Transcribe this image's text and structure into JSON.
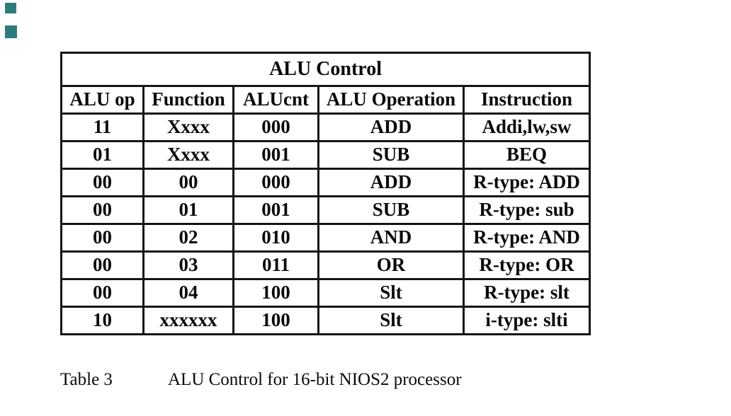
{
  "page": {
    "markers": {
      "color": "#2e7b7b"
    }
  },
  "table": {
    "title": "ALU Control",
    "columns": [
      "ALU op",
      "Function",
      "ALUcnt",
      "ALU Operation",
      "Instruction"
    ],
    "rows": [
      [
        "11",
        "Xxxx",
        "000",
        "ADD",
        "Addi,lw,sw"
      ],
      [
        "01",
        "Xxxx",
        "001",
        "SUB",
        "BEQ"
      ],
      [
        "00",
        "00",
        "000",
        "ADD",
        "R-type: ADD"
      ],
      [
        "00",
        "01",
        "001",
        "SUB",
        "R-type: sub"
      ],
      [
        "00",
        "02",
        "010",
        "AND",
        "R-type: AND"
      ],
      [
        "00",
        "03",
        "011",
        "OR",
        "R-type: OR"
      ],
      [
        "00",
        "04",
        "100",
        "Slt",
        "R-type: slt"
      ],
      [
        "10",
        "xxxxxx",
        "100",
        "Slt",
        "i-type: slti"
      ]
    ]
  },
  "caption": {
    "label": "Table 3",
    "text": "ALU Control for 16-bit NIOS2 processor"
  }
}
